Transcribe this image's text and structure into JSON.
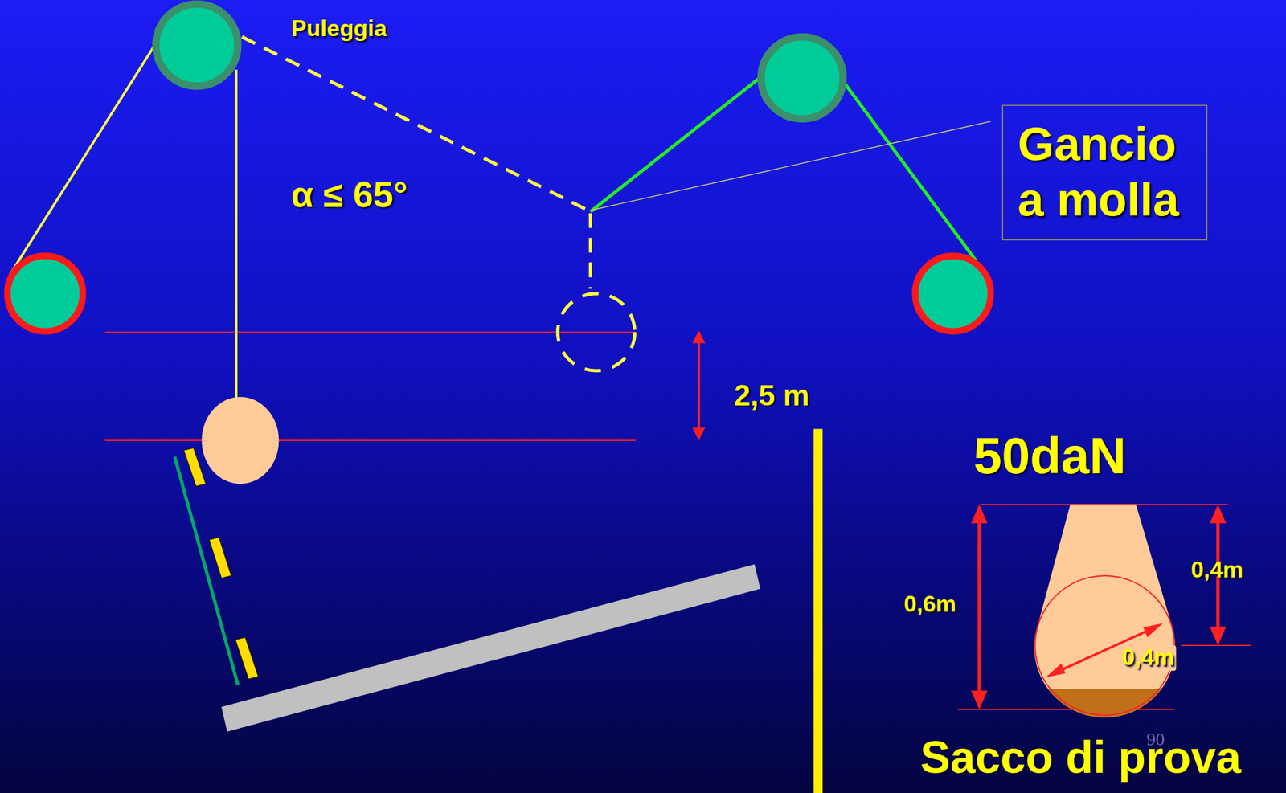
{
  "diagram": {
    "nodes": [
      {
        "text": [
          "Gancio a molla"
        ]
      }
    ],
    "edges": [],
    "labels": [
      "Puleggia",
      "α ≤ 65°",
      "2,5 m",
      "50daN",
      "0,6m",
      "0,4m",
      "0,4m",
      "90",
      "Sacco di prova"
    ]
  }
}
